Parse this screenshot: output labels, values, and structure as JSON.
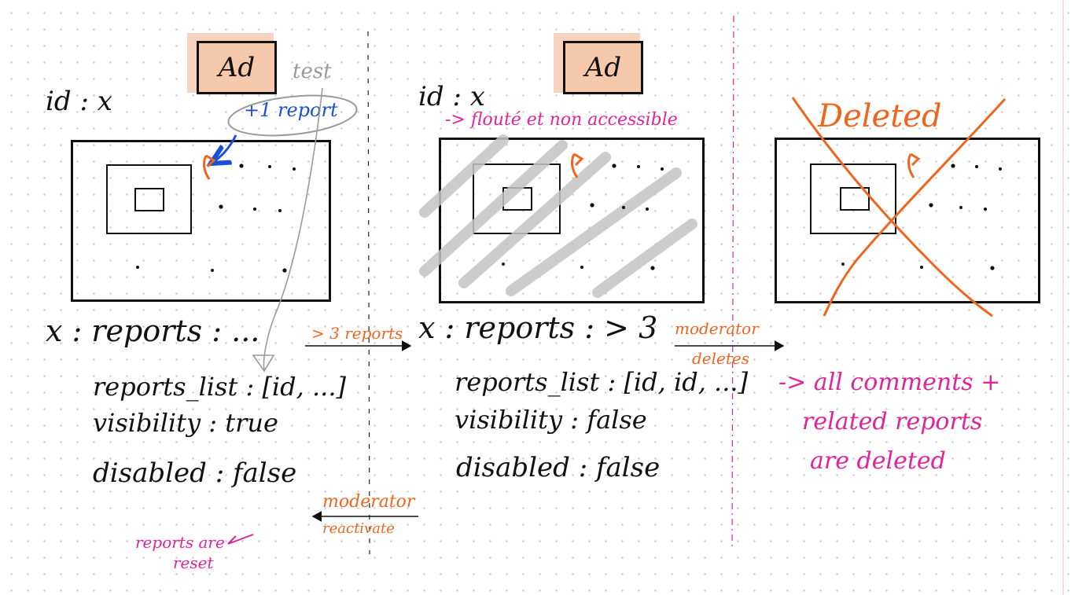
{
  "colors": {
    "ink": "#111111",
    "orange": "#f0651e",
    "magenta": "#e0249a",
    "blue": "#1b4fd8",
    "gray": "#9a9a9a",
    "ad_highlight": "#f6c8ac"
  },
  "state1": {
    "ad_label": "Ad",
    "test_note": "test",
    "report_bubble": "+1 report",
    "id_label": "id : x",
    "reports_line": "x : reports : ...",
    "reports_list": "reports_list : [id, ...]",
    "visibility": "visibility : true",
    "disabled": "disabled : false"
  },
  "transition1": {
    "label": "> 3 reports"
  },
  "state2": {
    "ad_label": "Ad",
    "id_label": "id : x",
    "note": "-> flouté et non accessible",
    "reports_line": "x : reports : > 3",
    "reports_list": "reports_list : [id, id, ...]",
    "visibility": "visibility : false",
    "disabled": "disabled : false"
  },
  "transition2": {
    "label_line1": "moderator",
    "label_line2": "deletes"
  },
  "state3": {
    "deleted_label": "Deleted",
    "note_line1": "-> all comments +",
    "note_line2": "related reports",
    "note_line3": "are deleted"
  },
  "back_transition": {
    "label_line1": "moderator",
    "label_line2": "reactivate",
    "note_line1": "reports are",
    "note_line2": "reset"
  }
}
